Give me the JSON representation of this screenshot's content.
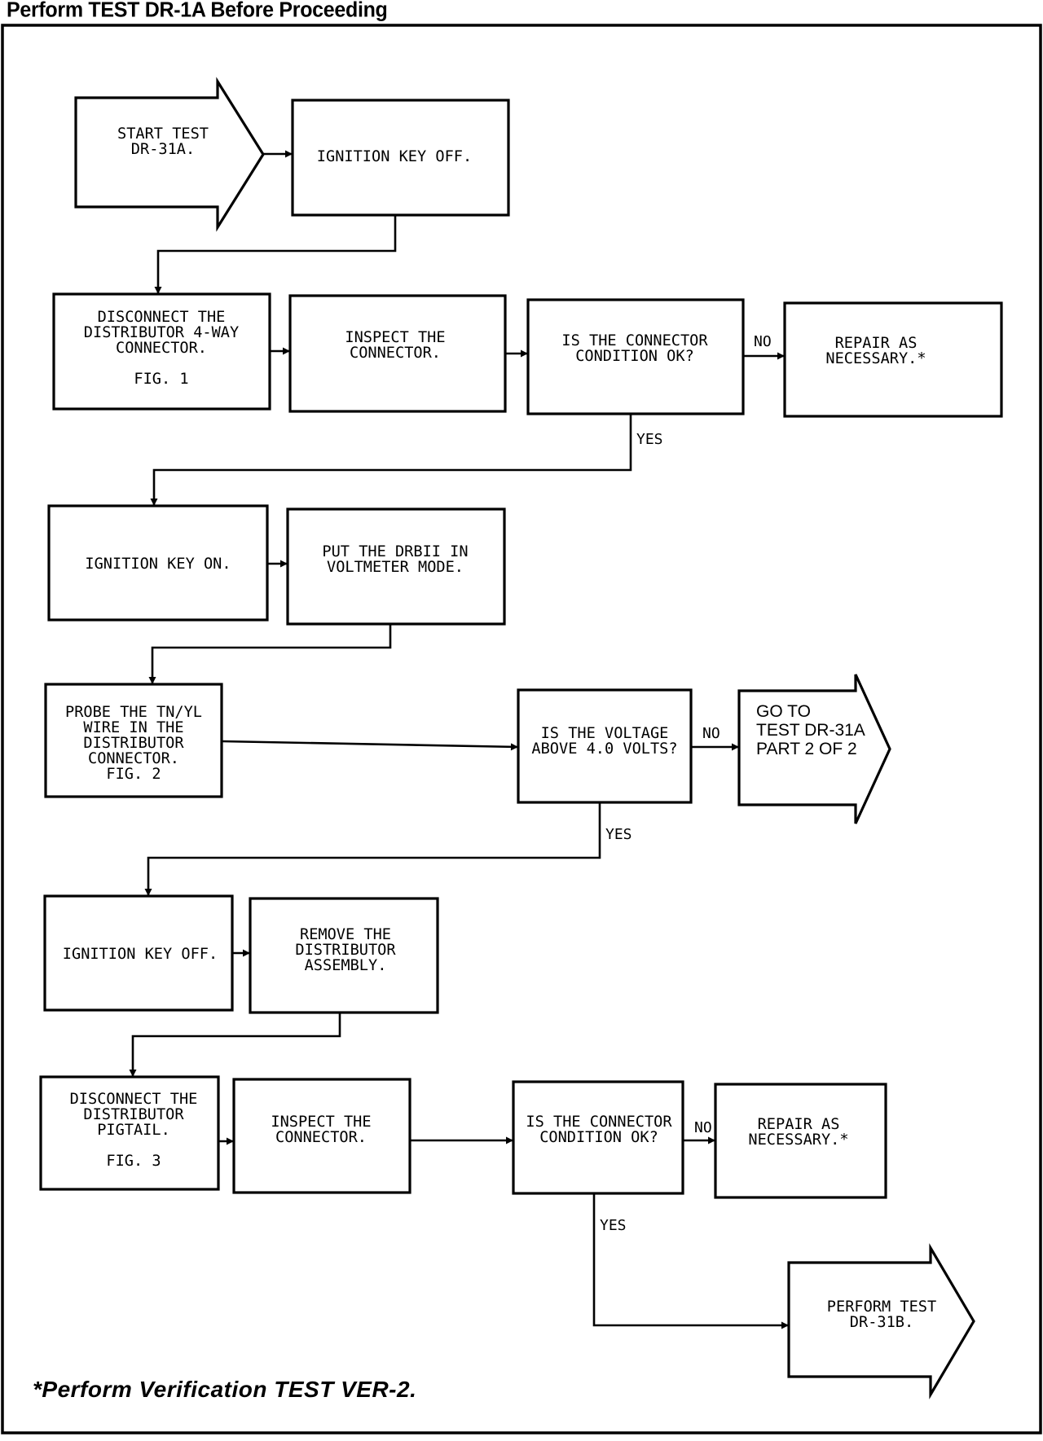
{
  "header": {
    "title": "Perform TEST DR-1A Before Proceeding"
  },
  "footnote": "*Perform Verification TEST VER-2.",
  "nodes": {
    "start": {
      "type": "terminal-arrow",
      "lines": [
        "START TEST",
        "DR-31A."
      ]
    },
    "ign_off_1": {
      "type": "process",
      "lines": [
        "IGNITION KEY OFF."
      ]
    },
    "disconnect_4way": {
      "type": "process",
      "lines": [
        "DISCONNECT THE",
        "DISTRIBUTOR 4-WAY",
        "CONNECTOR.",
        "",
        "FIG. 1"
      ]
    },
    "inspect_1": {
      "type": "process",
      "lines": [
        "INSPECT THE",
        "CONNECTOR."
      ]
    },
    "decision_1": {
      "type": "decision",
      "lines": [
        "IS THE CONNECTOR",
        "CONDITION OK?"
      ]
    },
    "repair_1": {
      "type": "process",
      "lines": [
        "REPAIR AS",
        "NECESSARY.*"
      ]
    },
    "ign_on": {
      "type": "process",
      "lines": [
        "IGNITION KEY ON."
      ]
    },
    "drbii_mode": {
      "type": "process",
      "lines": [
        "PUT THE DRBII IN",
        "VOLTMETER MODE."
      ]
    },
    "probe": {
      "type": "process",
      "lines": [
        "PROBE THE TN/YL",
        "WIRE IN THE",
        "DISTRIBUTOR",
        "CONNECTOR.",
        "FIG. 2"
      ]
    },
    "decision_volt": {
      "type": "decision",
      "lines": [
        "IS THE VOLTAGE",
        "ABOVE 4.0 VOLTS?"
      ]
    },
    "goto_part2": {
      "type": "terminal-arrow",
      "lines": [
        "GO TO",
        "TEST DR-31A",
        "PART 2 OF 2"
      ]
    },
    "ign_off_2": {
      "type": "process",
      "lines": [
        "IGNITION KEY OFF."
      ]
    },
    "remove_dist": {
      "type": "process",
      "lines": [
        "REMOVE THE",
        "DISTRIBUTOR",
        "ASSEMBLY."
      ]
    },
    "disconnect_pigtail": {
      "type": "process",
      "lines": [
        "DISCONNECT THE",
        "DISTRIBUTOR",
        "PIGTAIL.",
        "",
        "FIG. 3"
      ]
    },
    "inspect_2": {
      "type": "process",
      "lines": [
        "INSPECT THE",
        "CONNECTOR."
      ]
    },
    "decision_2": {
      "type": "decision",
      "lines": [
        "IS THE CONNECTOR",
        "CONDITION OK?"
      ]
    },
    "repair_2": {
      "type": "process",
      "lines": [
        "REPAIR AS",
        "NECESSARY.*"
      ]
    },
    "perform_31b": {
      "type": "terminal-arrow",
      "lines": [
        "PERFORM TEST",
        "DR-31B."
      ]
    }
  },
  "edges": [
    {
      "from": "start",
      "to": "ign_off_1",
      "label": ""
    },
    {
      "from": "ign_off_1",
      "to": "disconnect_4way",
      "label": ""
    },
    {
      "from": "disconnect_4way",
      "to": "inspect_1",
      "label": ""
    },
    {
      "from": "inspect_1",
      "to": "decision_1",
      "label": ""
    },
    {
      "from": "decision_1",
      "to": "repair_1",
      "label": "NO"
    },
    {
      "from": "decision_1",
      "to": "ign_on",
      "label": "YES"
    },
    {
      "from": "ign_on",
      "to": "drbii_mode",
      "label": ""
    },
    {
      "from": "drbii_mode",
      "to": "probe",
      "label": ""
    },
    {
      "from": "probe",
      "to": "decision_volt",
      "label": ""
    },
    {
      "from": "decision_volt",
      "to": "goto_part2",
      "label": "NO"
    },
    {
      "from": "decision_volt",
      "to": "ign_off_2",
      "label": "YES"
    },
    {
      "from": "ign_off_2",
      "to": "remove_dist",
      "label": ""
    },
    {
      "from": "remove_dist",
      "to": "disconnect_pigtail",
      "label": ""
    },
    {
      "from": "disconnect_pigtail",
      "to": "inspect_2",
      "label": ""
    },
    {
      "from": "inspect_2",
      "to": "decision_2",
      "label": ""
    },
    {
      "from": "decision_2",
      "to": "repair_2",
      "label": "NO"
    },
    {
      "from": "decision_2",
      "to": "perform_31b",
      "label": "YES"
    }
  ]
}
